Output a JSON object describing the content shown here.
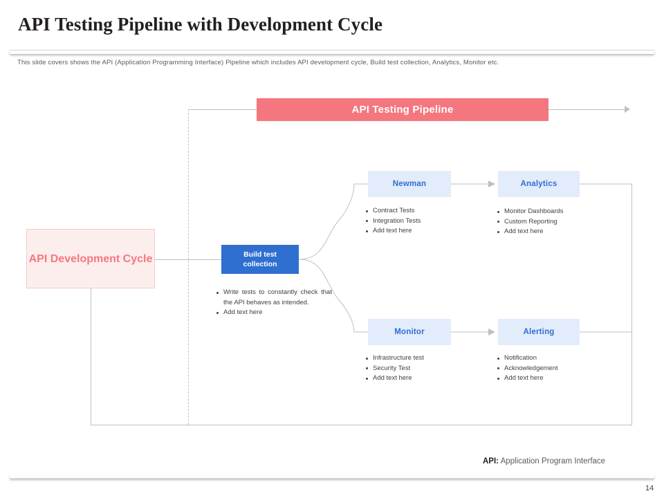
{
  "slide": {
    "title": "API Testing Pipeline with Development Cycle",
    "subtitle": "This slide covers shows the API (Application Programming Interface) Pipeline  which includes API development cycle, Build test collection, Analytics, Monitor etc.",
    "page_number": "14",
    "footer": {
      "abbr": "API:",
      "expansion": "Application Program Interface"
    }
  },
  "colors": {
    "pipeline_bar": "#f4777f",
    "dev_cycle_fill": "#fdeeee",
    "dev_cycle_text": "#f4777f",
    "build_box": "#2f6fd0",
    "stage_fill": "#e3ecfb",
    "stage_text": "#2f6fd0",
    "line": "#bfbfbf"
  },
  "diagram": {
    "pipeline_label": "API Testing Pipeline",
    "dev_cycle_label": "API Development Cycle",
    "build_box_label_line1": "Build test",
    "build_box_label_line2": "collection",
    "build_notes": [
      "Write tests to constantly check that the API behaves as intended.",
      "Add text here"
    ],
    "stages": [
      {
        "id": "newman",
        "label": "Newman",
        "items": [
          "Contract Tests",
          "Integration Tests",
          "Add text here"
        ]
      },
      {
        "id": "analytics",
        "label": "Analytics",
        "items": [
          "Monitor Dashboards",
          "Custom Reporting",
          "Add text here"
        ]
      },
      {
        "id": "monitor",
        "label": "Monitor",
        "items": [
          "Infrastructure test",
          "Security Test",
          "Add text here"
        ]
      },
      {
        "id": "alerting",
        "label": "Alerting",
        "items": [
          "Notification",
          "Acknowledgement",
          "Add text here"
        ]
      }
    ]
  }
}
